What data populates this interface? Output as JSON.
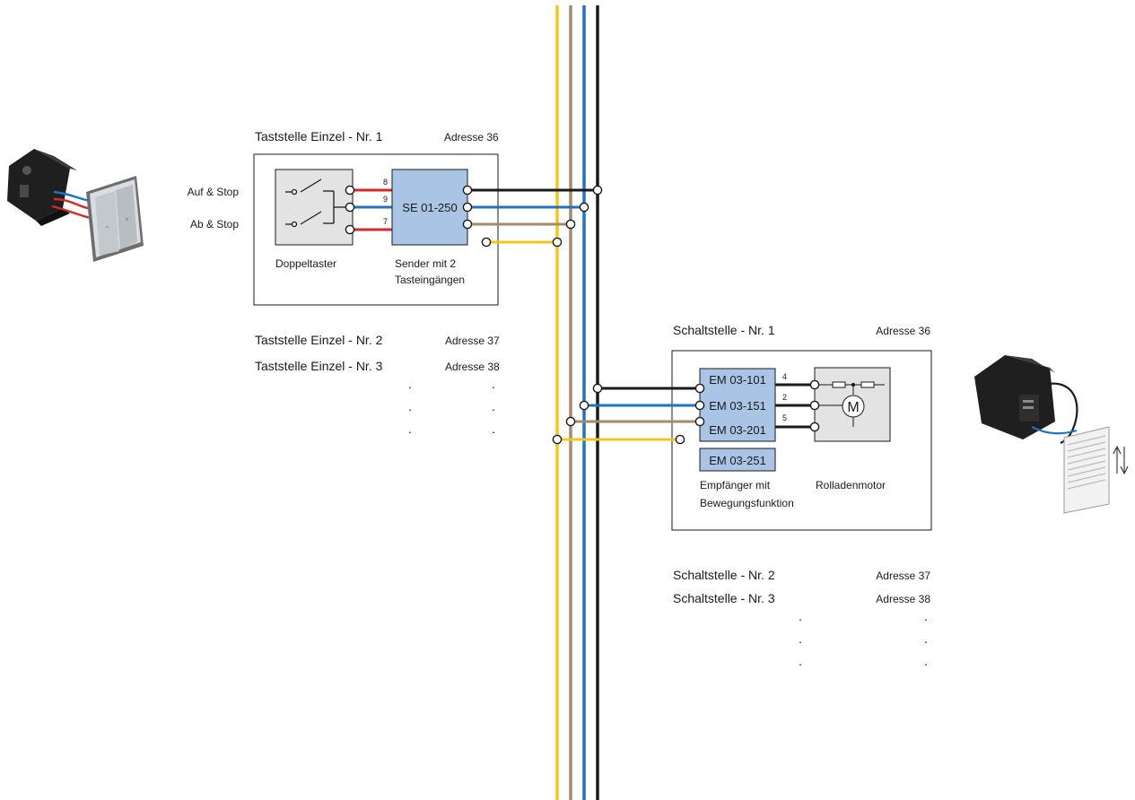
{
  "colors": {
    "yellow": "#f5c518",
    "brown": "#a48a6e",
    "blue": "#1f73c2",
    "black": "#1a1a1a",
    "red": "#d42a2a",
    "module_fill": "#a9c4e4",
    "device_fill": "#e3e3e3"
  },
  "sender": {
    "title": "Taststelle Einzel - Nr. 1",
    "address": "Adresse 36",
    "input_labels": [
      "Auf & Stop",
      "Ab & Stop"
    ],
    "switch_label": "Doppeltaster",
    "module_name": "SE 01-250",
    "module_desc_line1": "Sender mit 2",
    "module_desc_line2": "Tasteingängen",
    "wire_numbers": [
      "8",
      "9",
      "7"
    ]
  },
  "more_senders": [
    {
      "title": "Taststelle Einzel - Nr. 2",
      "address": "Adresse 37"
    },
    {
      "title": "Taststelle Einzel - Nr. 3",
      "address": "Adresse 38"
    }
  ],
  "receiver": {
    "title": "Schaltstelle - Nr. 1",
    "address": "Adresse 36",
    "modules": [
      "EM 03-101",
      "EM 03-151",
      "EM 03-201",
      "EM 03-251"
    ],
    "wire_numbers": [
      "4",
      "2",
      "5"
    ],
    "module_desc_line1": "Empfänger mit",
    "module_desc_line2": "Bewegungsfunktion",
    "motor_symbol": "M",
    "motor_label": "Rolladenmotor"
  },
  "more_receivers": [
    {
      "title": "Schaltstelle - Nr. 2",
      "address": "Adresse 37"
    },
    {
      "title": "Schaltstelle - Nr. 3",
      "address": "Adresse 38"
    }
  ],
  "ellipsis": "."
}
